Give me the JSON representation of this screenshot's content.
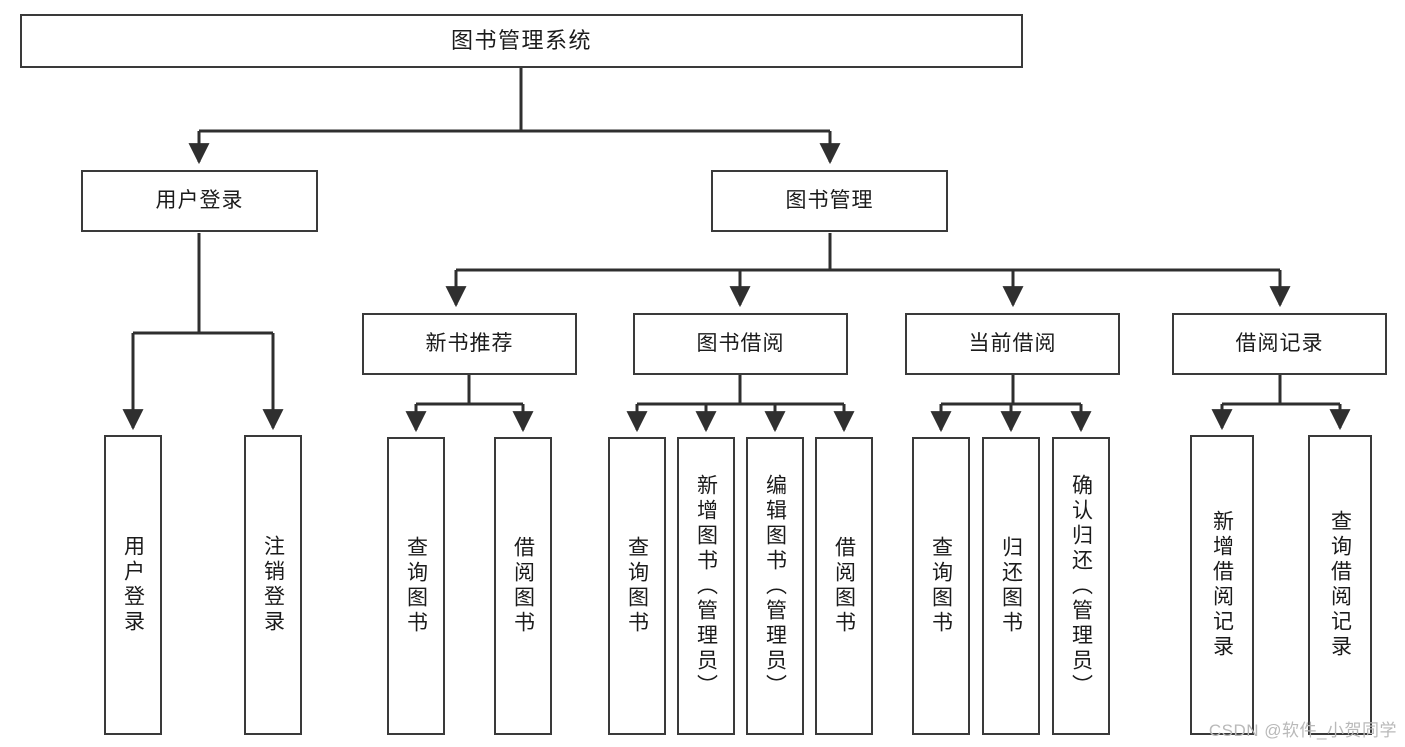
{
  "diagram": {
    "title": "图书管理系统",
    "type": "tree",
    "style": {
      "background": "#ffffff",
      "box_border": "#3a3a3a",
      "box_fill": "#ffffff",
      "line_color": "#2f2f2f",
      "text_color": "#1b1b1b"
    },
    "watermark": "CSDN @软件_小贺同学",
    "nodes": {
      "root": {
        "label": "图书管理系统",
        "level": 0
      },
      "user_login": {
        "label": "用户登录",
        "level": 1
      },
      "book_manage": {
        "label": "图书管理",
        "level": 1
      },
      "new_book_rec": {
        "label": "新书推荐",
        "level": 2
      },
      "book_borrow": {
        "label": "图书借阅",
        "level": 2
      },
      "current_borrow": {
        "label": "当前借阅",
        "level": 2
      },
      "borrow_record": {
        "label": "借阅记录",
        "level": 2
      },
      "leaf_user_login": {
        "label": "用户登录",
        "level": 2,
        "parent": "user_login"
      },
      "leaf_logout": {
        "label": "注销登录",
        "level": 2,
        "parent": "user_login"
      },
      "leaf_query_book_1": {
        "label": "查询图书",
        "level": 3,
        "parent": "new_book_rec"
      },
      "leaf_borrow_book_1": {
        "label": "借阅图书",
        "level": 3,
        "parent": "new_book_rec"
      },
      "leaf_query_book_2": {
        "label": "查询图书",
        "level": 3,
        "parent": "book_borrow"
      },
      "leaf_add_book": {
        "label": "新增图书（管理员）",
        "level": 3,
        "parent": "book_borrow"
      },
      "leaf_edit_book": {
        "label": "编辑图书（管理员）",
        "level": 3,
        "parent": "book_borrow"
      },
      "leaf_borrow_book_2": {
        "label": "借阅图书",
        "level": 3,
        "parent": "book_borrow"
      },
      "leaf_query_book_3": {
        "label": "查询图书",
        "level": 3,
        "parent": "current_borrow"
      },
      "leaf_return_book": {
        "label": "归还图书",
        "level": 3,
        "parent": "current_borrow"
      },
      "leaf_confirm_return": {
        "label": "确认归还（管理员）",
        "level": 3,
        "parent": "current_borrow"
      },
      "leaf_add_record": {
        "label": "新增借阅记录",
        "level": 3,
        "parent": "borrow_record"
      },
      "leaf_query_record": {
        "label": "查询借阅记录",
        "level": 3,
        "parent": "borrow_record"
      }
    }
  }
}
